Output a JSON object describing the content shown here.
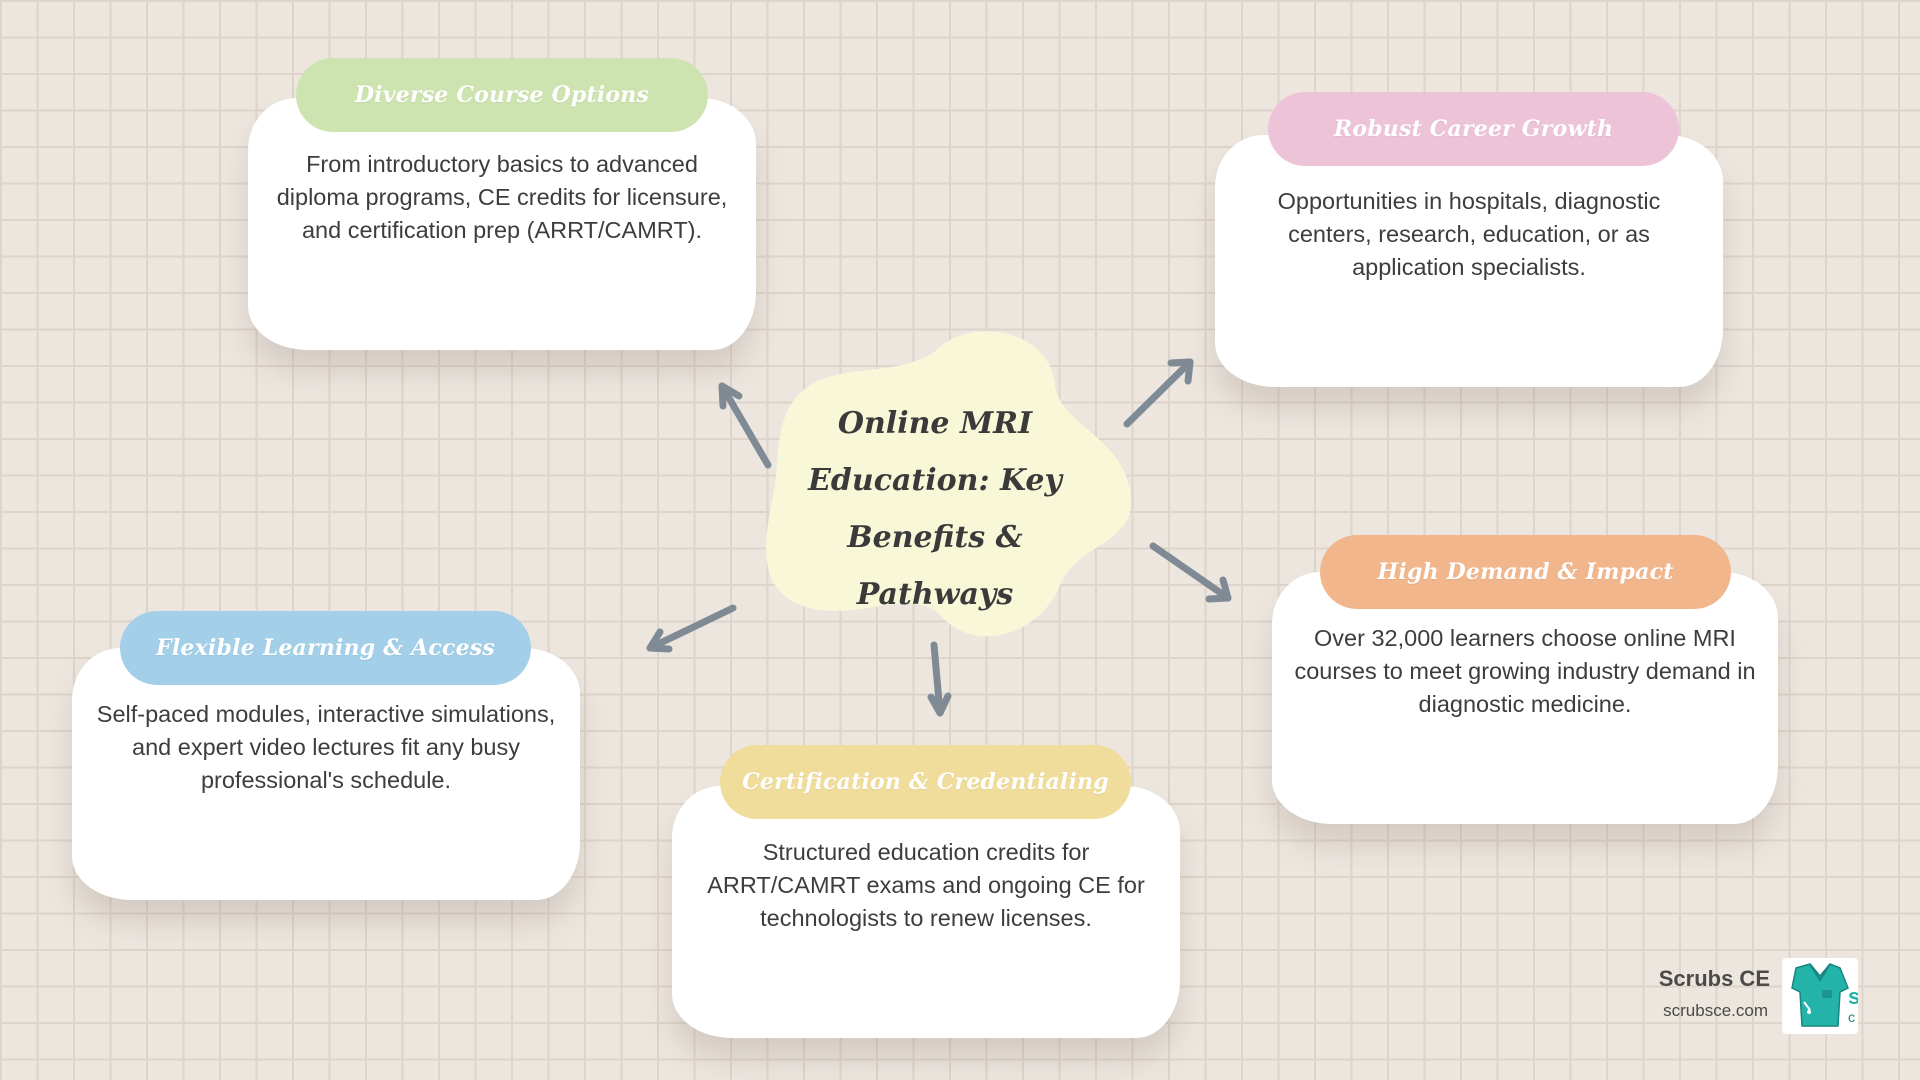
{
  "center": {
    "title": "Online MRI Education: Key Benefits & Pathways"
  },
  "nodes": [
    {
      "id": "diverse",
      "title": "Diverse Course Options",
      "text": "From introductory basics to advanced diploma programs, CE credits for licensure, and certification prep (ARRT/CAMRT).",
      "color": "#cde4b0"
    },
    {
      "id": "career",
      "title": "Robust Career Growth",
      "text": "Opportunities in hospitals, diagnostic centers, research, education, or as application specialists.",
      "color": "#edc3d8"
    },
    {
      "id": "demand",
      "title": "High Demand & Impact",
      "text": "Over 32,000 learners choose online MRI courses to meet growing industry demand in diagnostic medicine.",
      "color": "#f2b68c"
    },
    {
      "id": "certification",
      "title": "Certification & Credentialing",
      "text": "Structured education credits for ARRT/CAMRT exams and ongoing CE for technologists to renew licenses.",
      "color": "#f0dd9c"
    },
    {
      "id": "flexible",
      "title": "Flexible Learning & Access",
      "text": "Self-paced modules, interactive simulations, and expert video lectures fit any busy professional's schedule.",
      "color": "#a3cfe8"
    }
  ],
  "brand": {
    "name": "Scrubs CE",
    "url": "scrubsce.com",
    "logo_icon": "scrubs-shirt-icon",
    "accent": "#23b3a8"
  },
  "colors": {
    "center_blob": "#f8f7d8",
    "arrow": "#7f8a94"
  }
}
